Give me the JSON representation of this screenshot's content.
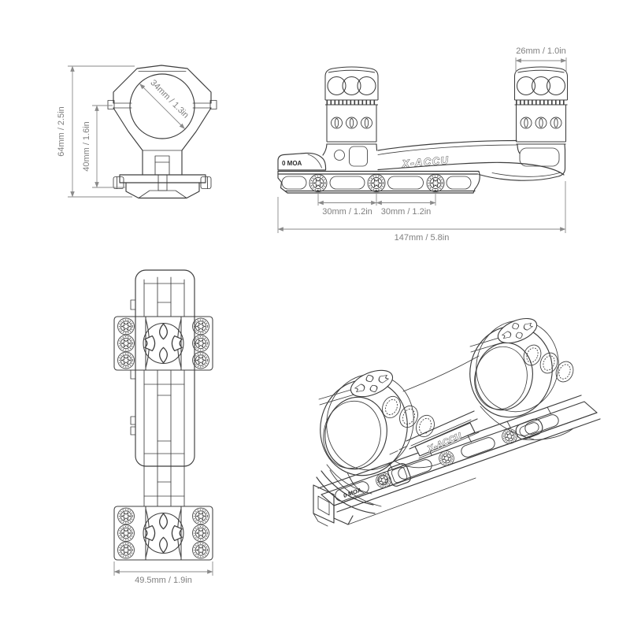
{
  "page": {
    "background": "#ffffff"
  },
  "colors": {
    "line": "#3d3d3d",
    "dimension_line": "#8a8a8a",
    "dimension_text": "#7f7f7f",
    "label_text": "#2b2b2b"
  },
  "brand": "X-ACCU",
  "views": {
    "front": {
      "dim_total_height": "64mm / 2.5in",
      "dim_center_height": "40mm / 1.6in",
      "dim_tube_diameter": "34mm / 1.3in"
    },
    "side": {
      "label_moa": "0 MOA",
      "label_brand": "X-ACCU",
      "dim_ring_cap_width": "26mm / 1.0in",
      "dim_screw_spacing_front": "30mm / 1.2in",
      "dim_screw_spacing_rear": "30mm / 1.2in",
      "dim_overall_length": "147mm / 5.8in"
    },
    "top": {
      "dim_clamp_width": "49.5mm / 1.9in"
    },
    "perspective": {
      "label_moa": "0 MOA",
      "label_brand": "X-ACCU"
    }
  }
}
